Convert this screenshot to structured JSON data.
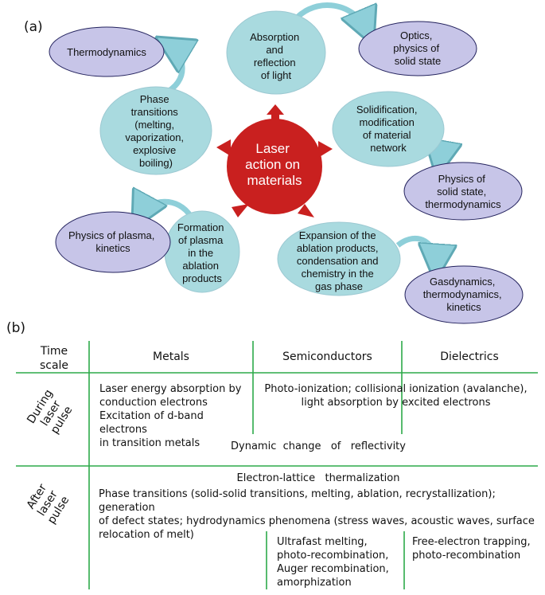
{
  "panel_a": {
    "label": "(a)",
    "center": [
      "Laser",
      "action on",
      "materials"
    ],
    "nodes": [
      {
        "id": "absorption",
        "kind": "process",
        "lines": [
          "Absorption",
          "and",
          "reflection",
          "of light"
        ]
      },
      {
        "id": "optics",
        "kind": "field",
        "lines": [
          "Optics,",
          "physics of",
          "solid state"
        ]
      },
      {
        "id": "thermodynamics",
        "kind": "field",
        "lines": [
          "Thermodynamics"
        ]
      },
      {
        "id": "phase",
        "kind": "process",
        "lines": [
          "Phase",
          "transitions",
          "(melting,",
          "vaporization,",
          "explosive",
          "boiling)"
        ]
      },
      {
        "id": "solidification",
        "kind": "process",
        "lines": [
          "Solidification,",
          "modification",
          "of material",
          "network"
        ]
      },
      {
        "id": "physics-solid",
        "kind": "field",
        "lines": [
          "Physics of",
          "solid state,",
          "thermodynamics"
        ]
      },
      {
        "id": "physics-plasma",
        "kind": "field",
        "lines": [
          "Physics of plasma,",
          "kinetics"
        ]
      },
      {
        "id": "plasma",
        "kind": "process",
        "lines": [
          "Formation",
          "of plasma",
          "in the",
          "ablation",
          "products"
        ]
      },
      {
        "id": "expansion",
        "kind": "process",
        "lines": [
          "Expansion of the",
          "ablation products,",
          "condensation and",
          "chemistry in the",
          "gas phase"
        ]
      },
      {
        "id": "gasdynamics",
        "kind": "field",
        "lines": [
          "Gasdynamics,",
          "thermodynamics,",
          "kinetics"
        ]
      }
    ],
    "colors": {
      "process": "#a9dadf",
      "field": "#c7c5e8",
      "center": "#c9201f",
      "arrow": "#c9201f",
      "curve": "#8ecfd9"
    }
  },
  "panel_b": {
    "label": "(b)",
    "header": {
      "time_scale": [
        "Time",
        "scale"
      ],
      "metals": "Metals",
      "semiconductors": "Semiconductors",
      "dielectrics": "Dielectrics"
    },
    "during": {
      "label": [
        "During",
        "laser",
        "pulse"
      ],
      "metals": [
        "Laser energy absorption by",
        "conduction electrons",
        "Excitation of d-band electrons",
        "in transition metals"
      ],
      "semi_diel": [
        "Photo-ionization; collisional ionization (avalanche),",
        "light absorption by excited electrons"
      ],
      "reflectivity": "Dynamic  change   of   reflectivity"
    },
    "after": {
      "label": [
        "After",
        "laser",
        "pulse"
      ],
      "thermalization": "Electron-lattice   thermalization",
      "phase": [
        "Phase transitions (solid-solid transitions, melting, ablation, recrystallization); generation",
        "of defect states;  hydrodynamics phenomena (stress waves, acoustic waves, surface",
        "relocation of melt)"
      ],
      "semi": [
        "Ultrafast melting,",
        "photo-recombination,",
        "Auger recombination,",
        "amorphization"
      ],
      "diel": [
        "Free-electron trapping,",
        "photo-recombination"
      ]
    },
    "grid_color": "#2daa4a"
  }
}
